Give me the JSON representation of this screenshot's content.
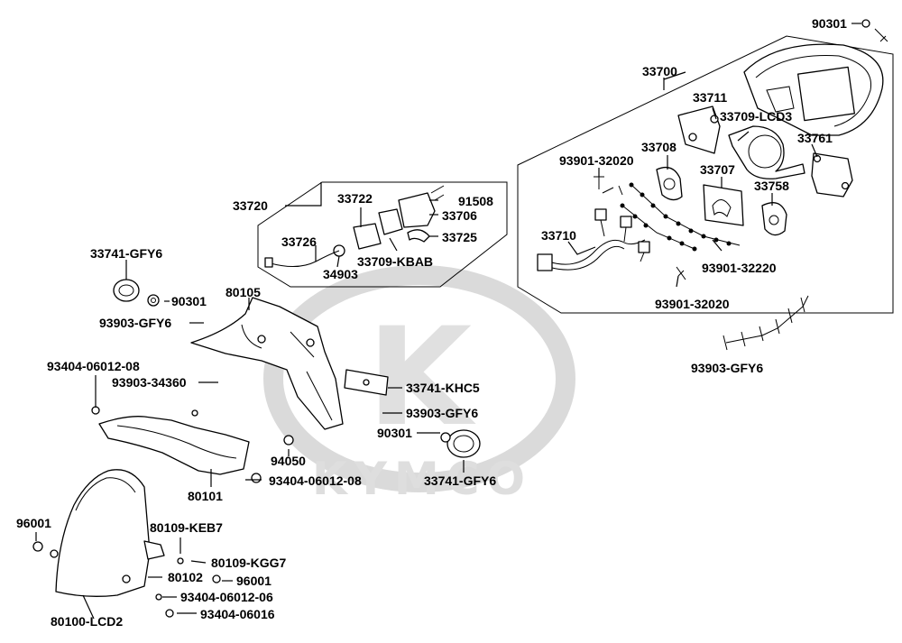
{
  "watermark": {
    "brand": "KYMCO",
    "logo_letter": "K",
    "color": "#d6d6d6"
  },
  "groups": [
    {
      "id": "33720",
      "label": "33720"
    },
    {
      "id": "33700",
      "label": "33700"
    }
  ],
  "labels": {
    "l_90301_top": "90301",
    "l_33700": "33700",
    "l_33711": "33711",
    "l_33709_lcd3": "33709-LCD3",
    "l_33708": "33708",
    "l_33761": "33761",
    "l_93901_32020_a": "93901-32020",
    "l_33707": "33707",
    "l_33758": "33758",
    "l_33710": "33710",
    "l_93901_32220": "93901-32220",
    "l_93901_32020_b": "93901-32020",
    "l_93903_gfy6_right": "93903-GFY6",
    "l_33720": "33720",
    "l_33722": "33722",
    "l_91508": "91508",
    "l_33706": "33706",
    "l_33726": "33726",
    "l_33725": "33725",
    "l_33709_kbab": "33709-KBAB",
    "l_34903": "34903",
    "l_33741_gfy6_a": "33741-GFY6",
    "l_90301_mid": "90301",
    "l_80105": "80105",
    "l_93903_gfy6_a": "93903-GFY6",
    "l_93404_06012_08_a": "93404-06012-08",
    "l_93903_34360": "93903-34360",
    "l_33741_khc5": "33741-KHC5",
    "l_93903_gfy6_b": "93903-GFY6",
    "l_90301_low": "90301",
    "l_94050": "94050",
    "l_93404_06012_08_b": "93404-06012-08",
    "l_33741_gfy6_b": "33741-GFY6",
    "l_80101": "80101",
    "l_96001_a": "96001",
    "l_80109_keb7": "80109-KEB7",
    "l_80109_kgg7": "80109-KGG7",
    "l_80102": "80102",
    "l_96001_b": "96001",
    "l_93404_06012_06": "93404-06012-06",
    "l_93404_06016": "93404-06016",
    "l_80100_lcd2": "80100-LCD2"
  }
}
